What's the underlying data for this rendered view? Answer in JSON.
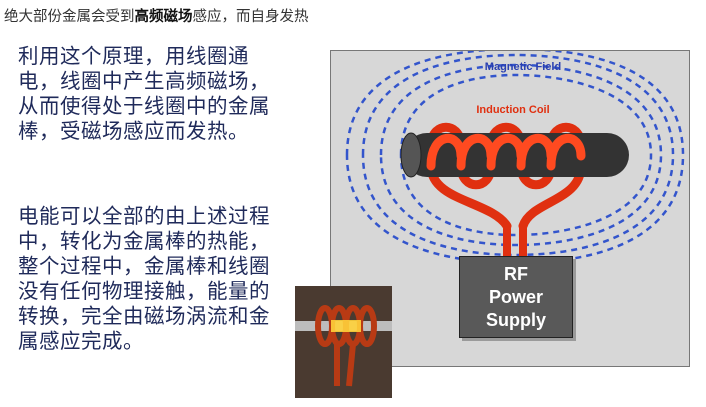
{
  "heading": {
    "before": "绝大部份金属会受到",
    "bold": "高频磁场",
    "after": "感应，而自身发热"
  },
  "paragraph1": "利用这个原理，用线圈通电，线圈中产生高频磁场，从而使得处于线圈中的金属棒，受磁场感应而发热。",
  "paragraph2": "电能可以全部的由上述过程中，转化为金属棒的热能，整个过程中，金属棒和线圈没有任何物理接触，能量的转换，完全由磁场涡流和金属感应完成。",
  "diagram": {
    "magnetic_field_label": "Magnetic Field",
    "induction_coil_label": "Induction Coil",
    "power_supply_lines": [
      "RF",
      "Power",
      "Supply"
    ],
    "colors": {
      "field": "#3355cc",
      "coil": "#e03010",
      "rod": "#333333",
      "background": "#d7d7d7",
      "supply": "#595959"
    }
  }
}
